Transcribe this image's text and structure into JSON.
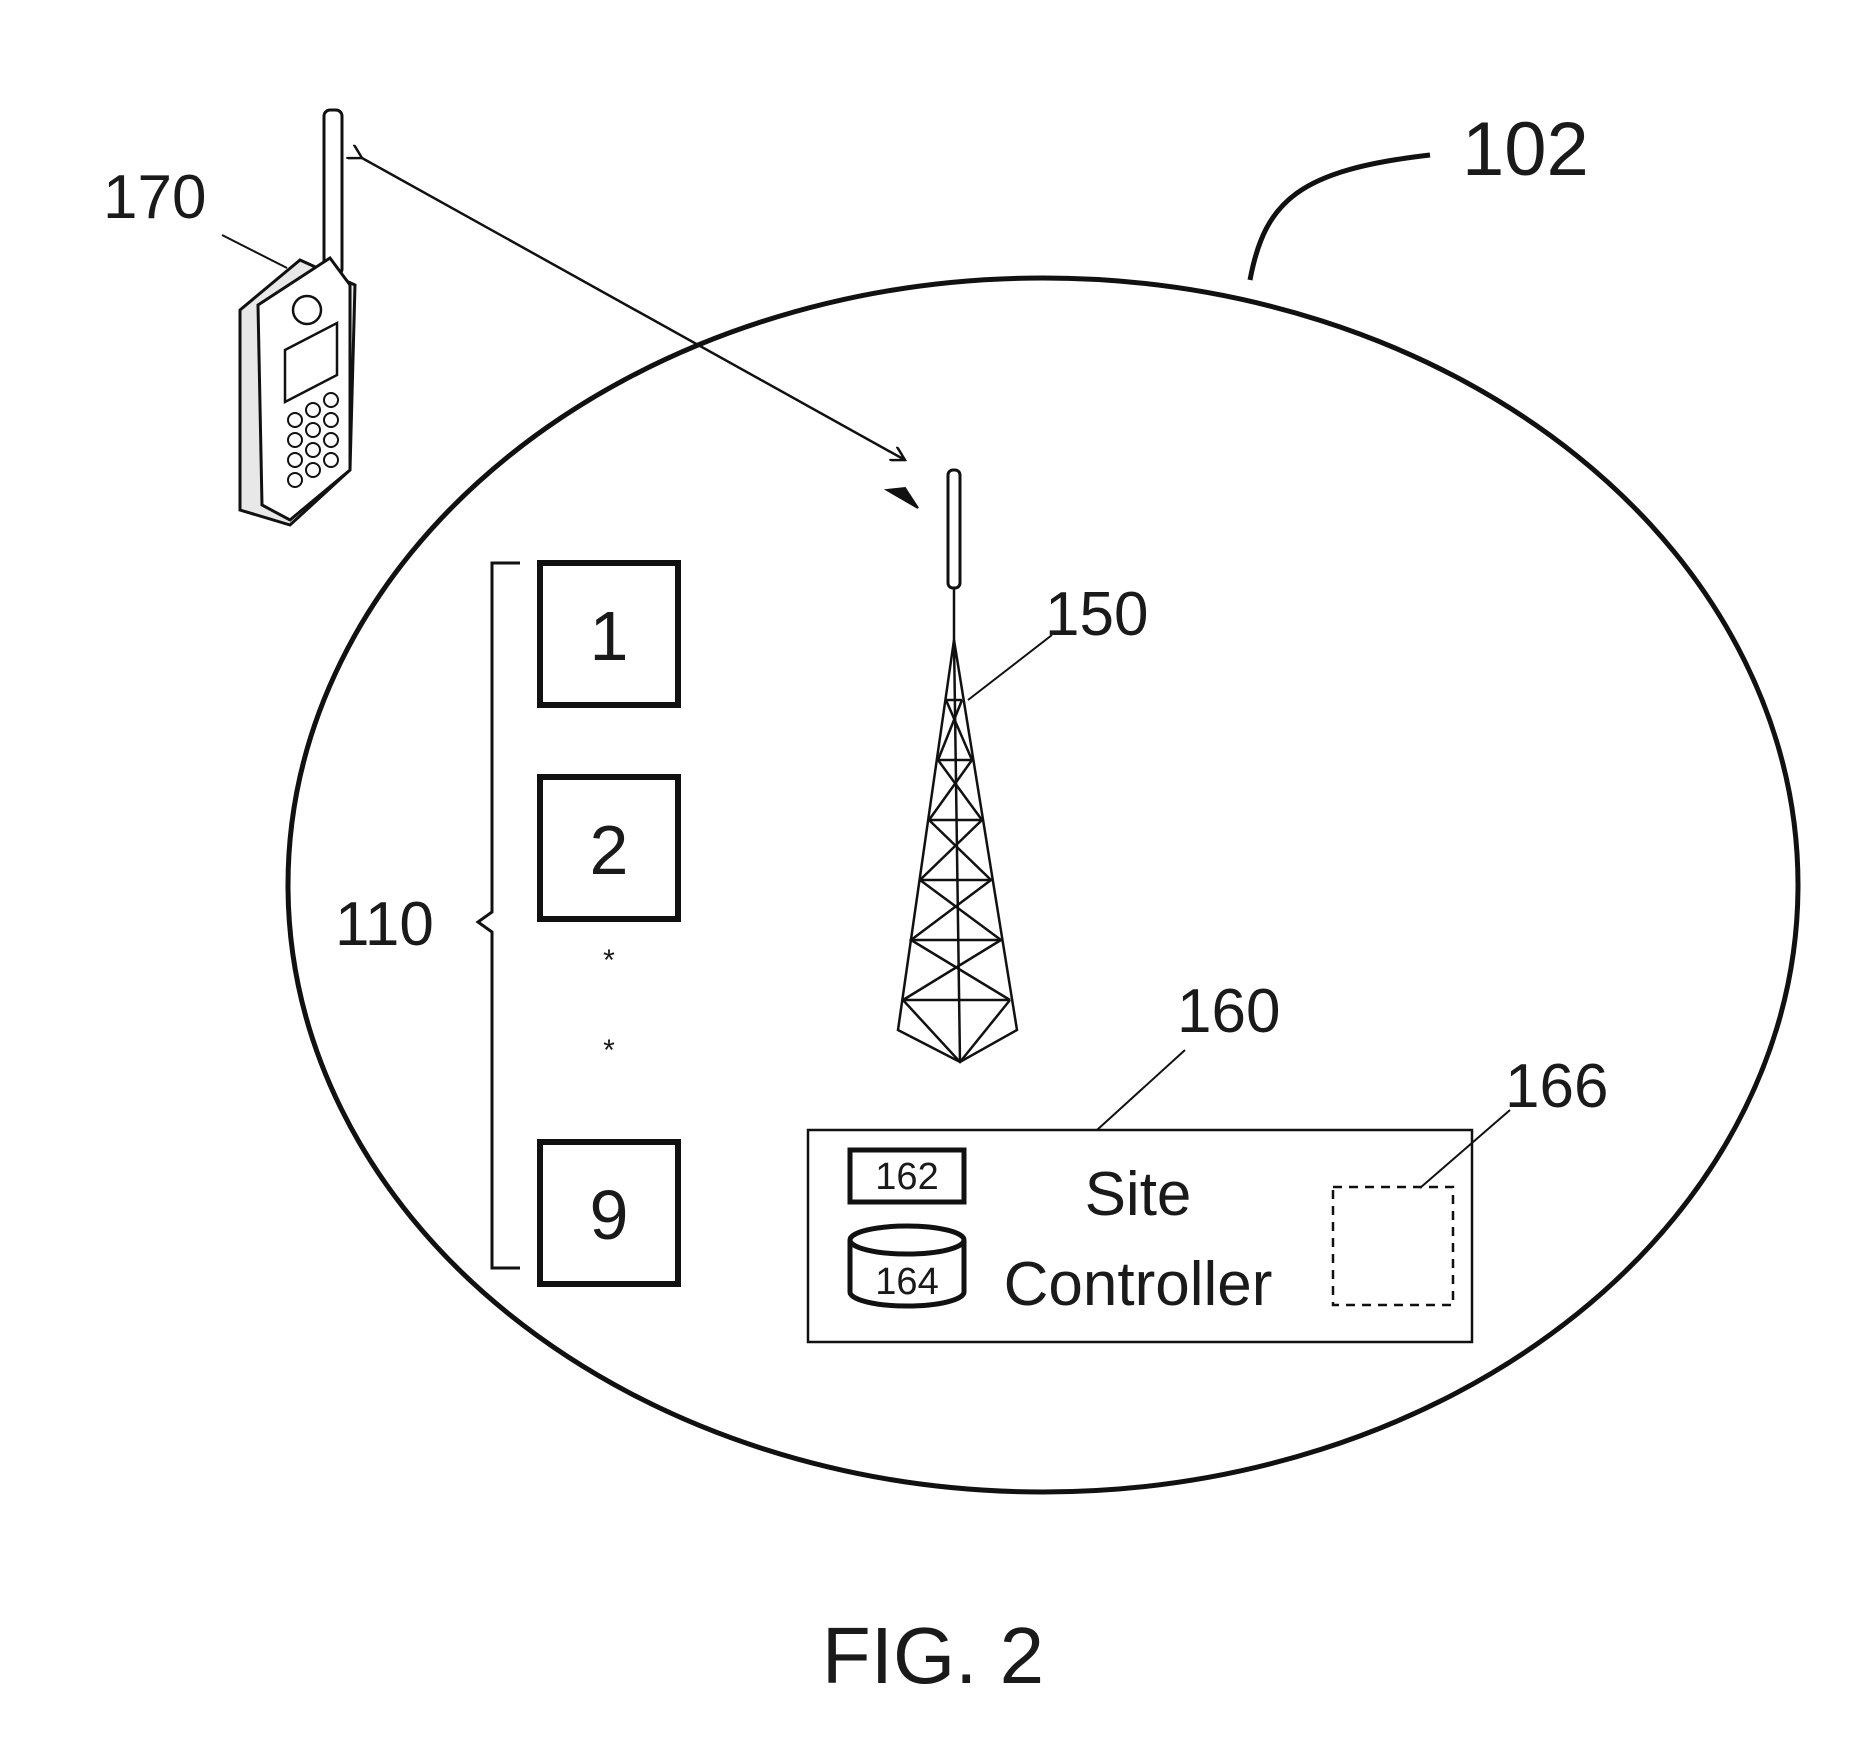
{
  "labels": {
    "area_ref": "102",
    "phone_ref": "170",
    "tower_ref": "150",
    "group_ref": "110",
    "controller_ref": "160",
    "component_166_ref": "166",
    "component_162_ref": "162",
    "component_164_ref": "164"
  },
  "channel_boxes": [
    "1",
    "2",
    "9"
  ],
  "ellipsis": [
    "*",
    "*"
  ],
  "site_controller": {
    "line1": "Site",
    "line2": "Controller"
  },
  "caption": "FIG. 2"
}
